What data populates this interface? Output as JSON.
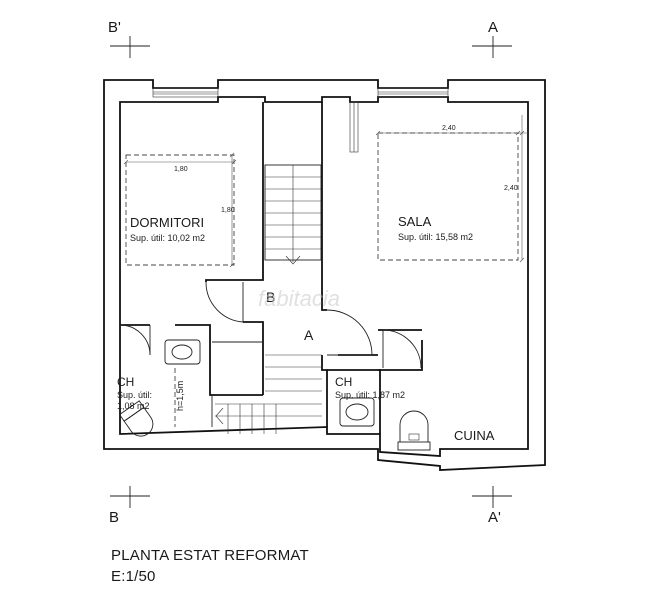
{
  "section_marks": {
    "b_prime": "B'",
    "a": "A",
    "b": "B",
    "a_prime": "A'"
  },
  "rooms": {
    "dormitori": {
      "name": "DORMITORI",
      "area": "Sup. útil: 10,02 m2"
    },
    "sala": {
      "name": "SALA",
      "area": "Sup. útil: 15,58 m2"
    },
    "ch_left": {
      "name": "CH",
      "area_label": "Sup. útil:",
      "area_value": "1,08 m2"
    },
    "ch_right": {
      "name": "CH",
      "area": "Sup. útil: 1,87 m2"
    },
    "cuina": {
      "name": "CUINA"
    }
  },
  "dimensions": {
    "dorm_width": "1,80",
    "dorm_height": "1,80",
    "sala_width": "2,40",
    "sala_height": "2,40",
    "ceiling_height": "h=1,5m"
  },
  "points": {
    "b": "B",
    "a": "A"
  },
  "watermark": "fabitacia",
  "title": {
    "line1": "PLANTA ESTAT REFORMAT",
    "line2": "E:1/50"
  }
}
